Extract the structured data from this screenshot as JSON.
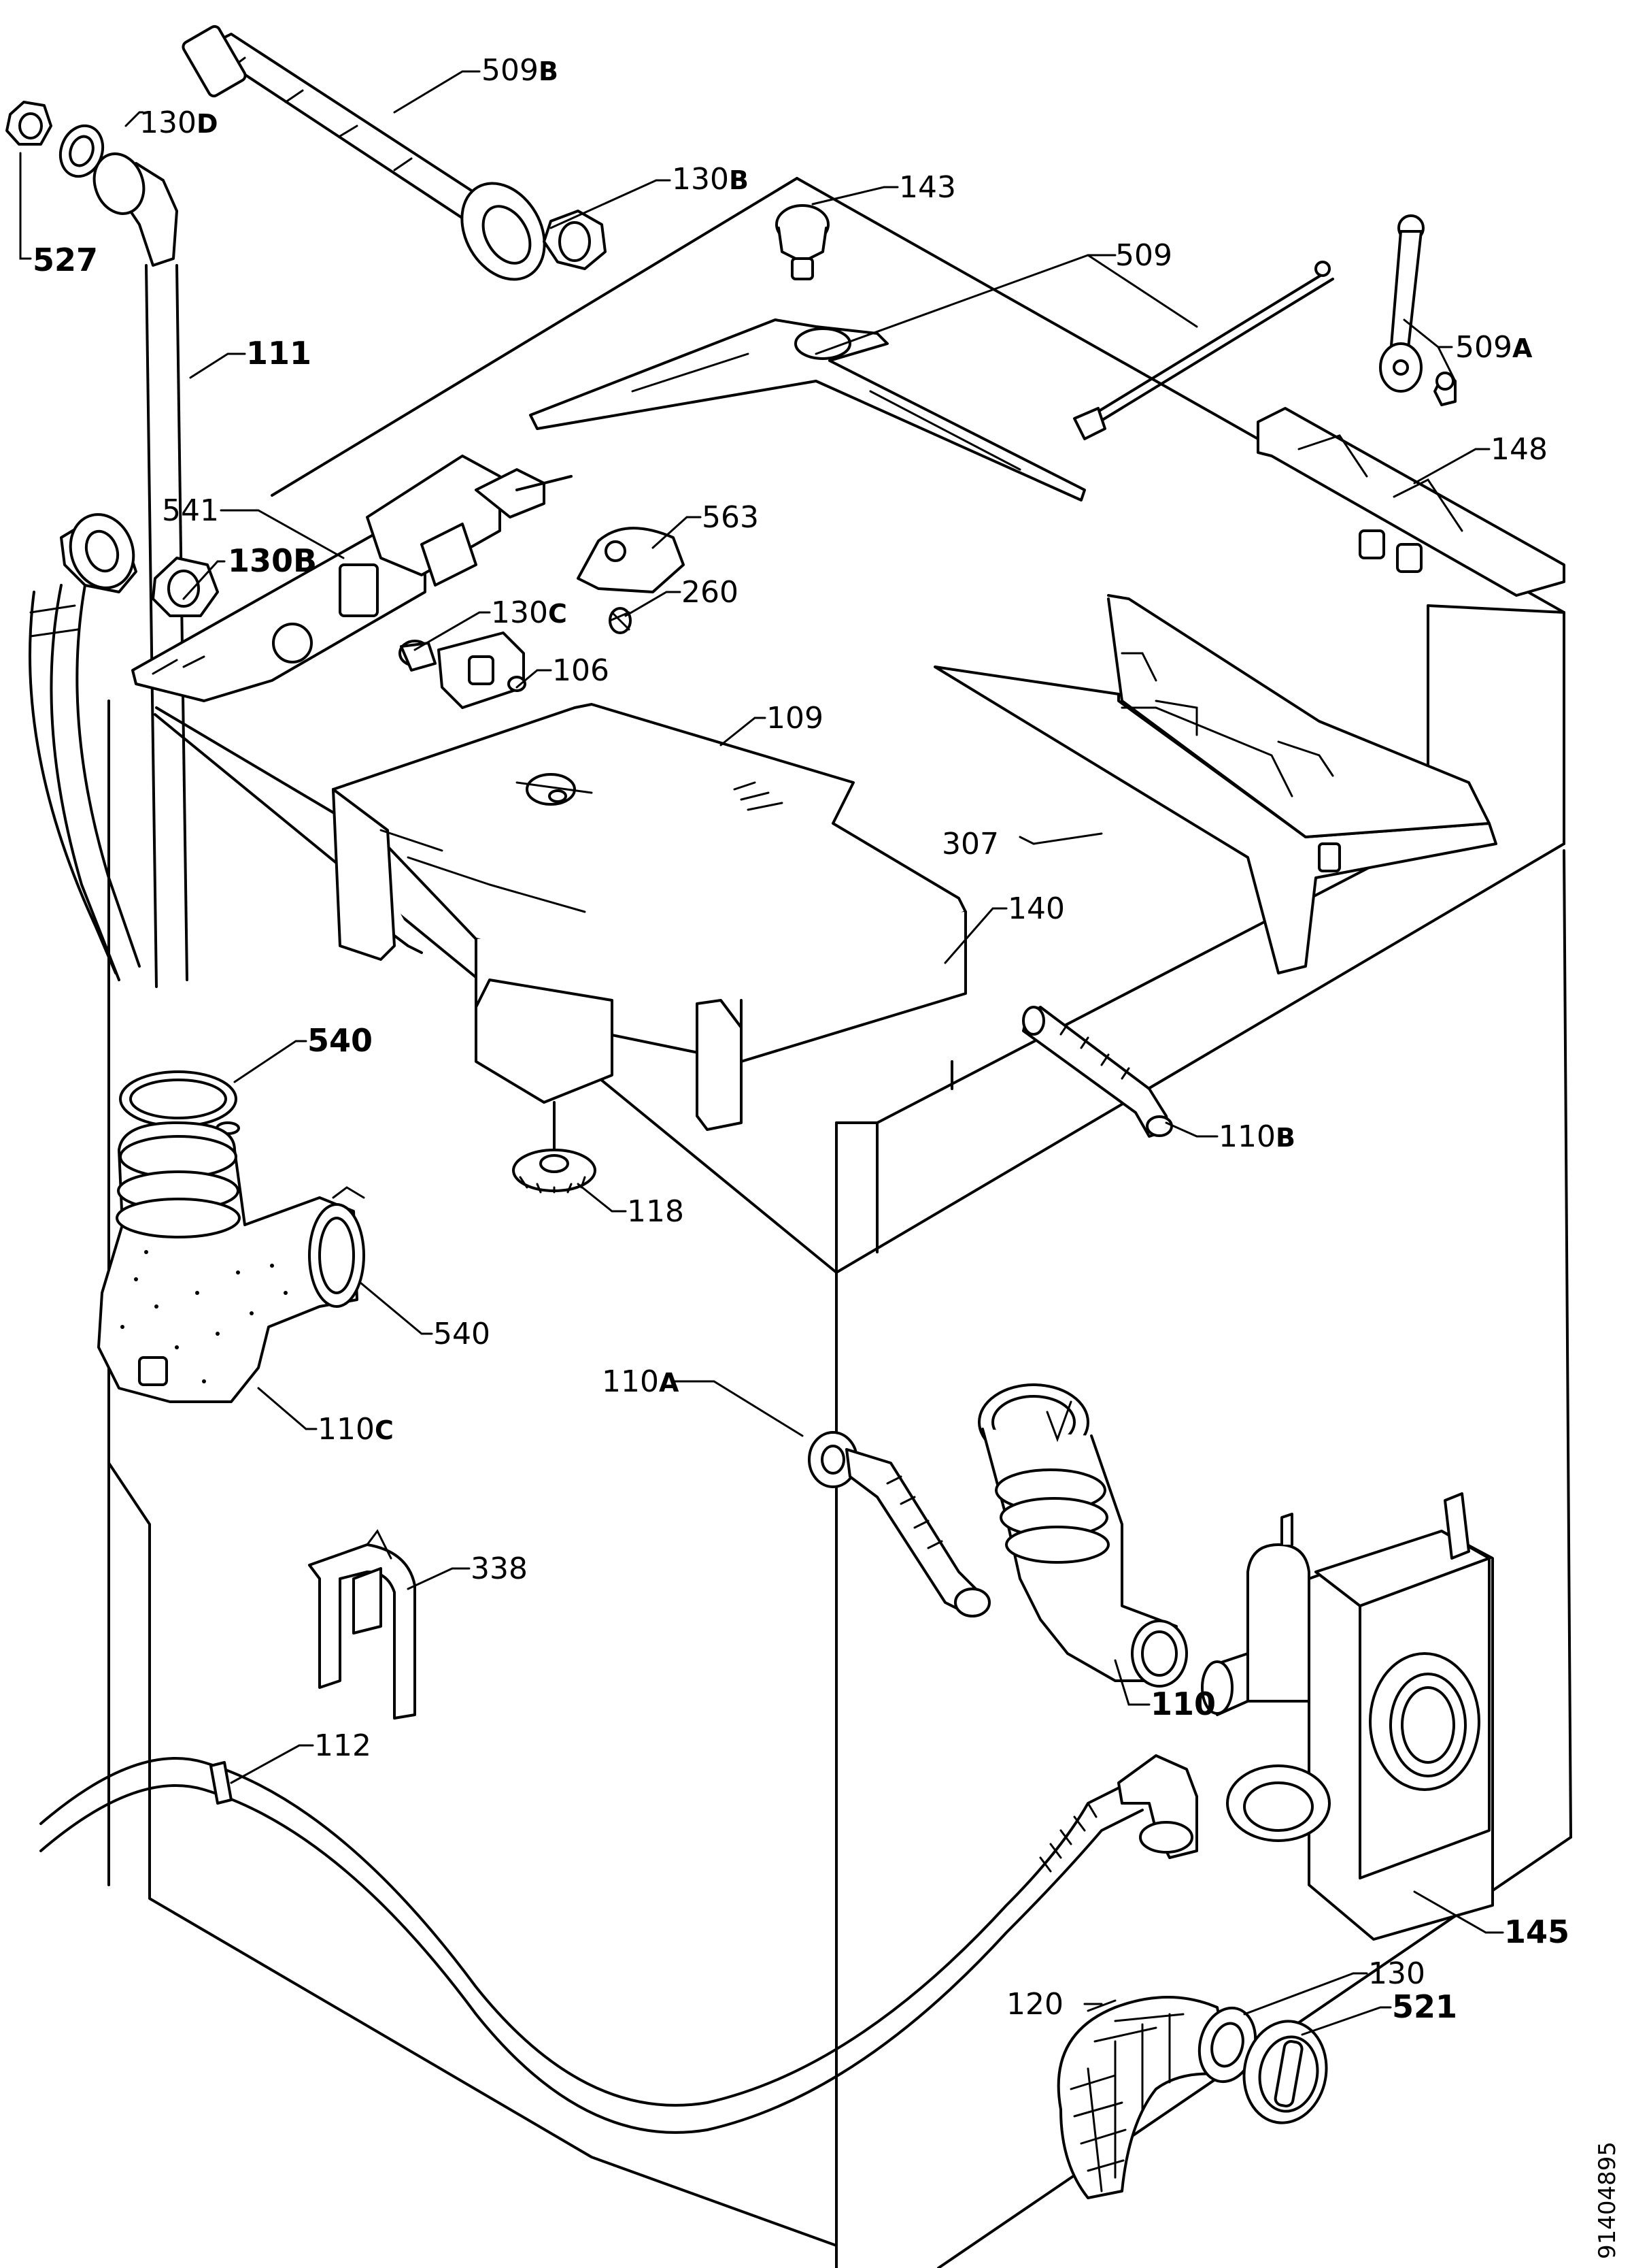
{
  "labels": {
    "p509B": {
      "num": "509",
      "suffix": "B"
    },
    "p130D": {
      "num": "130",
      "suffix": "D"
    },
    "p527": {
      "num": "527",
      "suffix": ""
    },
    "p130B_top": {
      "num": "130",
      "suffix": "B"
    },
    "p143": {
      "num": "143",
      "suffix": ""
    },
    "p509": {
      "num": "509",
      "suffix": ""
    },
    "p111": {
      "num": "111",
      "suffix": ""
    },
    "p509A": {
      "num": "509",
      "suffix": "A"
    },
    "p148": {
      "num": "148",
      "suffix": ""
    },
    "p541": {
      "num": "541",
      "suffix": ""
    },
    "p563": {
      "num": "563",
      "suffix": ""
    },
    "p130B_mid": {
      "num": "130",
      "suffix": "B"
    },
    "p260": {
      "num": "260",
      "suffix": ""
    },
    "p130C": {
      "num": "130",
      "suffix": "C"
    },
    "p106": {
      "num": "106",
      "suffix": ""
    },
    "p109": {
      "num": "109",
      "suffix": ""
    },
    "p307": {
      "num": "307",
      "suffix": ""
    },
    "p140": {
      "num": "140",
      "suffix": ""
    },
    "p540_top": {
      "num": "540",
      "suffix": ""
    },
    "p110B": {
      "num": "110",
      "suffix": "B"
    },
    "p118": {
      "num": "118",
      "suffix": ""
    },
    "p540_mid": {
      "num": "540",
      "suffix": ""
    },
    "p110A": {
      "num": "110",
      "suffix": "A"
    },
    "p110C": {
      "num": "110",
      "suffix": "C"
    },
    "p338": {
      "num": "338",
      "suffix": ""
    },
    "p110": {
      "num": "110",
      "suffix": ""
    },
    "p112": {
      "num": "112",
      "suffix": ""
    },
    "p145": {
      "num": "145",
      "suffix": ""
    },
    "p130": {
      "num": "130",
      "suffix": ""
    },
    "p120": {
      "num": "120",
      "suffix": ""
    },
    "p521": {
      "num": "521",
      "suffix": ""
    }
  },
  "document_number": "91404895"
}
